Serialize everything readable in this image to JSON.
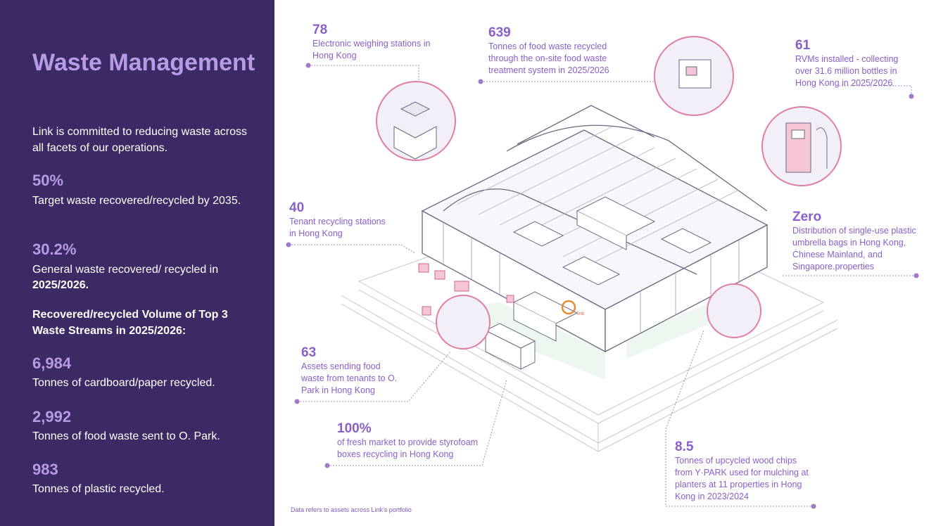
{
  "sidebar": {
    "title": "Waste Management",
    "intro": "Link is committed to reducing waste across all facets of our operations.",
    "stats": [
      {
        "value": "50%",
        "label": "Target waste recovered/recycled by 2035."
      },
      {
        "value": "30.2%",
        "label_pre": "General waste recovered/ recycled in ",
        "label_bold": "2025/2026."
      }
    ],
    "section_heading": "Recovered/recycled Volume of Top 3 Waste Streams in 2025/2026:",
    "streams": [
      {
        "value": "6,984",
        "label": "Tonnes of cardboard/paper recycled."
      },
      {
        "value": "2,992",
        "label": "Tonnes of food waste sent to O. Park."
      },
      {
        "value": "983",
        "label": "Tonnes of plastic recycled."
      }
    ]
  },
  "callouts": [
    {
      "id": "weighing",
      "value": "78",
      "text": "Electronic weighing stations in Hong Kong"
    },
    {
      "id": "food",
      "value": "639",
      "text": "Tonnes of food waste recycled through the on-site food waste treatment system in 2025/2026"
    },
    {
      "id": "rvm",
      "value": "61",
      "text": "RVMs installed - collecting over 31.6 million bottles in Hong Kong in 2025/2026"
    },
    {
      "id": "tenant",
      "value": "40",
      "text": "Tenant recycling stations in Hong Kong"
    },
    {
      "id": "umbrella",
      "value": "Zero",
      "text": "Distribution of single-use plastic umbrella bags in Hong Kong, Chinese Mainland, and Singapore.properties"
    },
    {
      "id": "assets",
      "value": "63",
      "text": "Assets sending food waste from tenants to O. Park in Hong Kong"
    },
    {
      "id": "market",
      "value": "100%",
      "text": "of fresh market to provide styrofoam boxes recycling in Hong Kong"
    },
    {
      "id": "wood",
      "value": "8.5",
      "text": "Tonnes of upcycled wood chips from Y·PARK used for mulching at planters at 11 properties in Hong Kong in 2023/2024"
    }
  ],
  "footnote": "Data refers to assets across Link's portfolio",
  "colors": {
    "sidebar_bg": "#3b2a63",
    "accent": "#b79be6",
    "callout": "#8a5fcc",
    "pink": "#e07ea3"
  }
}
